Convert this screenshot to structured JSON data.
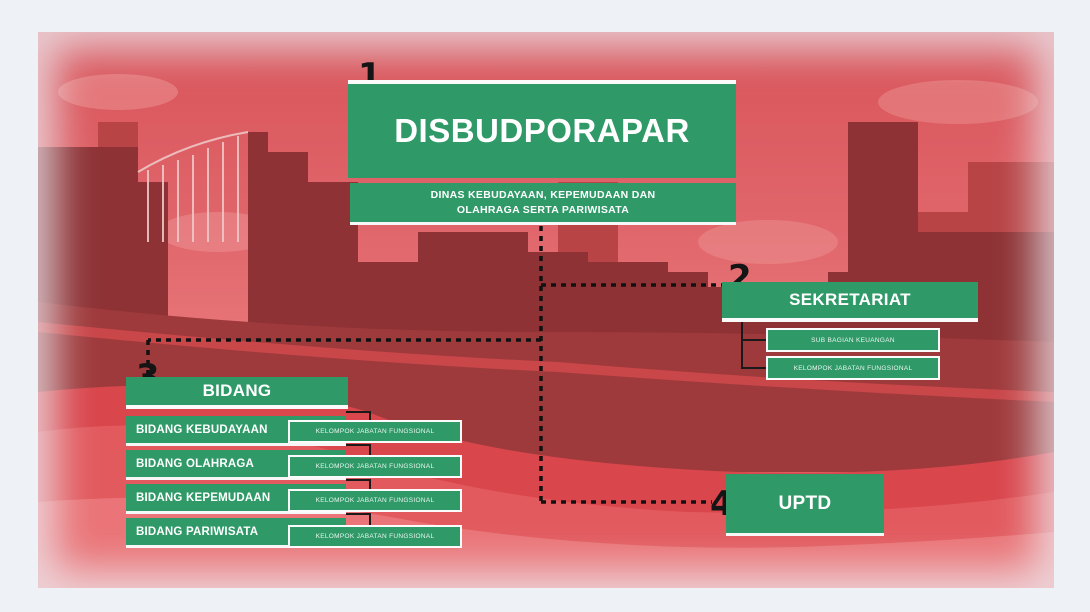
{
  "main": {
    "number": "1",
    "title": "DISBUDPORAPAR",
    "subtitle_line1": "DINAS KEBUDAYAAN, KEPEMUDAAN DAN",
    "subtitle_line2": "OLAHRAGA SERTA PARIWISATA"
  },
  "sekretariat": {
    "number": "2",
    "title": "SEKRETARIAT",
    "items": [
      "SUB BAGIAN KEUANGAN",
      "KELOMPOK JABATAN FUNGSIONAL"
    ]
  },
  "bidang": {
    "number": "3",
    "title": "BIDANG",
    "items": [
      {
        "label": "BIDANG KEBUDAYAAN",
        "sub": "KELOMPOK JABATAN FUNGSIONAL"
      },
      {
        "label": "BIDANG OLAHRAGA",
        "sub": "KELOMPOK JABATAN FUNGSIONAL"
      },
      {
        "label": "BIDANG KEPEMUDAAN",
        "sub": "KELOMPOK JABATAN FUNGSIONAL"
      },
      {
        "label": "BIDANG PARIWISATA",
        "sub": "KELOMPOK JABATAN FUNGSIONAL"
      }
    ]
  },
  "uptd": {
    "number": "4",
    "title": "UPTD"
  },
  "colors": {
    "box_green": "#2f9a68",
    "sky_red": "#d8545a",
    "building_dark": "#8e3235",
    "background": "#eef2f7"
  }
}
